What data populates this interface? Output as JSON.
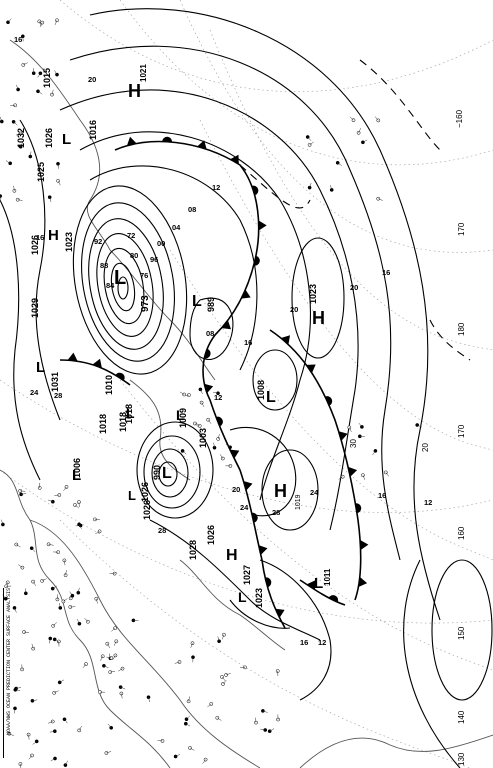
{
  "map": {
    "type": "surface-analysis",
    "orientation": "rotated-90",
    "colors": {
      "ink": "#000000",
      "paper": "#ffffff",
      "grid": "#9a9a9a",
      "coast": "#555555"
    },
    "longitude_labels": [
      "−160",
      "170",
      "180",
      "170",
      "160",
      "150",
      "140",
      "130"
    ],
    "latitude_labels": [
      "20",
      "30"
    ],
    "highs": [
      {
        "letter": "H",
        "value": "1021"
      },
      {
        "letter": "H",
        "value": "1023"
      },
      {
        "letter": "H",
        "value": "1019"
      },
      {
        "letter": "H",
        "value": "1023"
      },
      {
        "letter": "H",
        "value": "1027"
      }
    ],
    "lows": [
      {
        "letter": "L",
        "value": "973"
      },
      {
        "letter": "L",
        "value": "989"
      },
      {
        "letter": "L",
        "value": "990"
      },
      {
        "letter": "L",
        "value": "1008"
      },
      {
        "letter": "L",
        "value": "1003"
      },
      {
        "letter": "L",
        "value": "1018"
      },
      {
        "letter": "L",
        "value": "1026"
      },
      {
        "letter": "L",
        "value": "1023"
      },
      {
        "letter": "L",
        "value": "1011"
      },
      {
        "letter": "L",
        "value": "1006"
      },
      {
        "letter": "L",
        "value": "1031"
      },
      {
        "letter": "L",
        "value": "1016"
      }
    ],
    "isobar_labels": [
      "16",
      "20",
      "24",
      "28",
      "12",
      "08",
      "04",
      "00",
      "96",
      "92",
      "88",
      "84",
      "80",
      "76",
      "72",
      "1032",
      "1026",
      "1025",
      "1029",
      "1018",
      "1010",
      "1009",
      "1028",
      "1026",
      "1015"
    ],
    "caption": "NOAA/NWS OCEAN PREDICTION CENTER  SURFACE ANALYSIS"
  }
}
